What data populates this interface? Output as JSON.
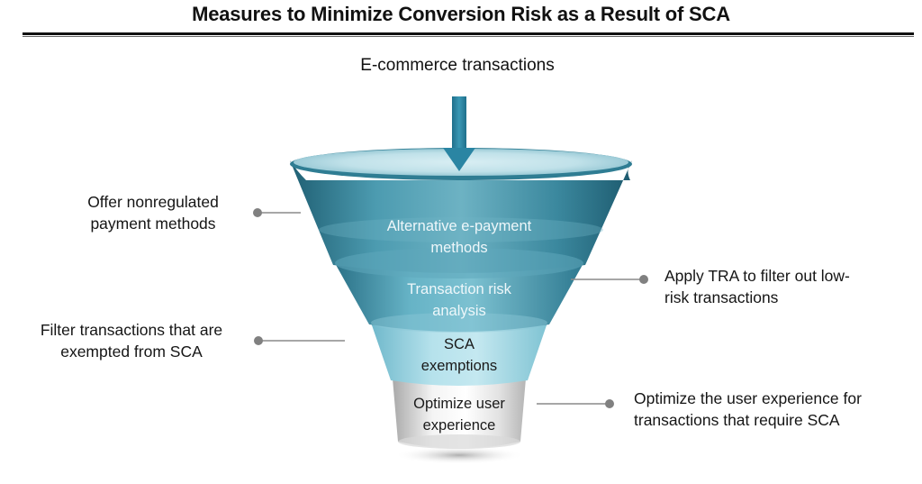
{
  "title": "Measures to Minimize Conversion Risk as a Result of SCA",
  "input": {
    "label": "E-commerce transactions",
    "icon": "arrow-down-icon"
  },
  "funnel": {
    "stages": [
      {
        "line1": "Alternative e-payment",
        "line2": "methods",
        "color": "#3f8ea3"
      },
      {
        "line1": "Transaction risk",
        "line2": "analysis",
        "color": "#5aa9bd"
      },
      {
        "line1": "SCA",
        "line2": "exemptions",
        "color": "#a8dbe8"
      },
      {
        "line1": "Optimize user",
        "line2": "experience",
        "color": "#e3e3e3"
      }
    ]
  },
  "annotations": {
    "left": [
      {
        "line1": "Offer nonregulated",
        "line2": "payment methods"
      },
      {
        "line1": "Filter transactions that are",
        "line2": "exempted from SCA"
      }
    ],
    "right": [
      {
        "line1": "Apply TRA to filter out low-",
        "line2": "risk transactions"
      },
      {
        "line1": "Optimize the user experience for",
        "line2": "transactions that require SCA"
      }
    ]
  },
  "colors": {
    "connector": "#8a8a8a",
    "arrow": "#2b7f9c",
    "rule": "#111111"
  }
}
